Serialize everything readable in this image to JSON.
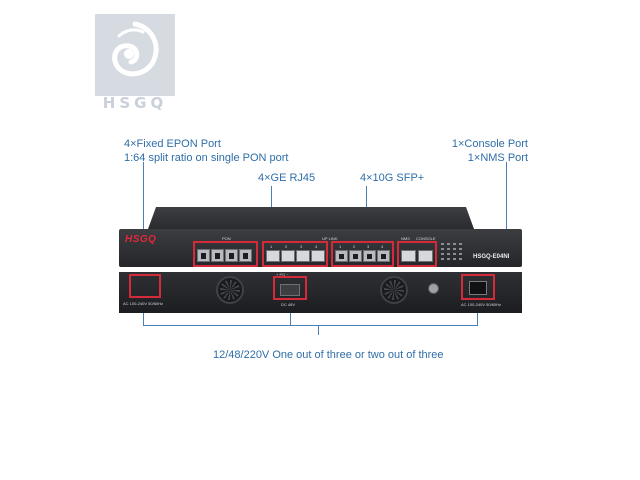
{
  "logo": {
    "text": "HSGQ",
    "icon": "hsgq-swirl-logo-icon"
  },
  "callouts": {
    "epon_line1": "4×Fixed EPON Port",
    "epon_line2": "1:64 split ratio on single PON port",
    "ge": "4×GE RJ45",
    "sfp": "4×10G SFP+",
    "console_line1": "1×Console Port",
    "console_line2": "1×NMS Port",
    "power": "12/48/220V One out of three or two out of three"
  },
  "device_front": {
    "brand": "HSGQ",
    "model": "HSGQ-E04NI",
    "pon_label": "PON",
    "uplink_label": "UP LINK",
    "nms_label": "NMS",
    "console_label": "CONSOLE",
    "port_numbers": [
      "1",
      "2",
      "3",
      "4"
    ]
  },
  "device_back": {
    "ac_left_label": "AC 100-240V 50/60Hz",
    "dc_label": "DC 48V",
    "dc_polarity": "+  PG  −",
    "ac_right_label": "AC 100-240V 50/60Hz"
  },
  "colors": {
    "callout_text": "#2f6ea8",
    "highlight_box": "#d42a3a",
    "chassis": "#2a2b2e"
  }
}
